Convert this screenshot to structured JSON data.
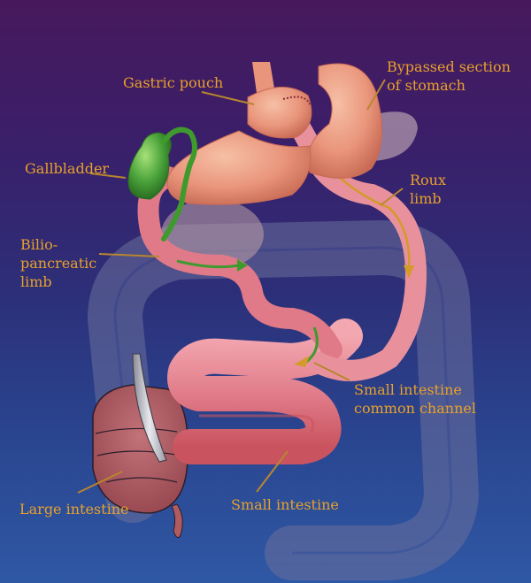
{
  "diagram": {
    "subject": "Roux-en-Y gastric bypass / biliopancreatic anatomy",
    "colors": {
      "background_top": "#47195c",
      "background_bottom": "#2f58a4",
      "label_text": "#e8a12a",
      "leader_line": "#b8862e",
      "stomach": "#e9957b",
      "small_intestine": "#e07a88",
      "gallbladder": "#4aa33a",
      "large_intestine": "#a8585f",
      "colon_ghost": "#6a6f9c",
      "flow_arrow_orange": "#d49a2a",
      "flow_arrow_green": "#3f9a2e"
    },
    "labels": {
      "gastric_pouch": "Gastric pouch",
      "bypassed_stomach_line1": "Bypassed section",
      "bypassed_stomach_line2": "of stomach",
      "gallbladder": "Gallbladder",
      "roux_line1": "Roux",
      "roux_line2": "limb",
      "bilio_line1": "Bilio-",
      "bilio_line2": "pancreatic",
      "bilio_line3": "limb",
      "common_line1": "Small intestine",
      "common_line2": "common channel",
      "large_intestine": "Large intestine",
      "small_intestine": "Small intestine"
    }
  }
}
